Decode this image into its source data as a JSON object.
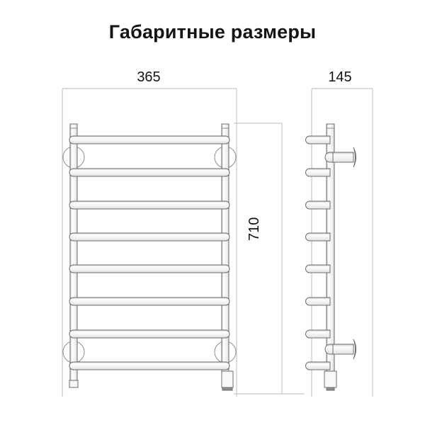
{
  "title": "Габаритные размеры",
  "dimensions": {
    "width_label": "365",
    "depth_label": "145",
    "height_label": "710"
  },
  "drawing": {
    "front_view_name": "front-view",
    "side_view_name": "side-view",
    "rung_count": 8,
    "wall_bracket_count": 2,
    "foot_count": 2,
    "colors": {
      "outline": "#6e6e6e",
      "shade": "#9a9a9a",
      "dimension_line": "#b9b9b9",
      "text": "#141414",
      "background": "#ffffff"
    }
  }
}
